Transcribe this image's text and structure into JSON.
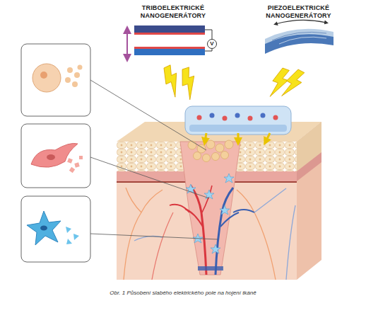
{
  "diagram": {
    "caption": "Obr. 1 Působení slabého elektrického pole na hojení tkáně",
    "nodes": [
      {
        "text": [
          "TRIBOELEKTRICKÉ NANOGENERÁTORY"
        ]
      },
      {
        "text": [
          "V"
        ],
        "in": 0
      },
      {
        "text": [
          "PIEZOELEKTRICKÉ NANOGENERÁTORY"
        ]
      }
    ]
  }
}
